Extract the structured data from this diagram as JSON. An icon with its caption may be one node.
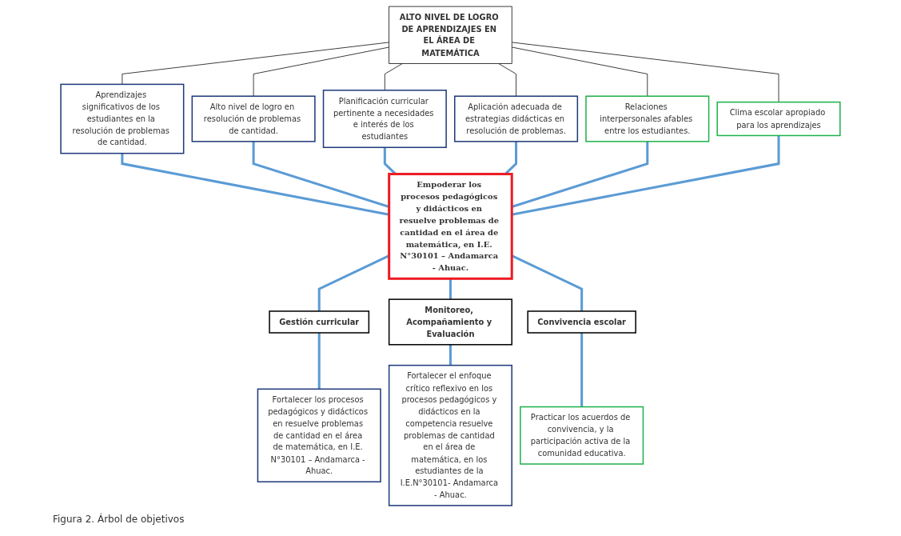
{
  "diagram": {
    "caption": "Figura 2. Árbol de objetivos",
    "nodes": [
      {
        "text": [
          "ALTO NIVEL DE LOGRO DE APRENDIZAJES EN EL ÁREA DE MATEMÁTICA"
        ]
      },
      {
        "text": [
          "Aprendizajes significativos de los estudiantes en la resolución de problemas de cantidad."
        ]
      },
      {
        "text": [
          "Alto nivel de logro en resolución de problemas de cantidad."
        ]
      },
      {
        "text": [
          "Planificación curricular pertinente a necesidades e interés de los estudiantes"
        ]
      },
      {
        "text": [
          "Aplicación adecuada de estrategias didácticas en resolución de problemas."
        ]
      },
      {
        "text": [
          "Relaciones interpersonales afables entre los estudiantes."
        ]
      },
      {
        "text": [
          "Clima escolar apropiado para los aprendizajes"
        ]
      },
      {
        "text": [
          "Empoderar los procesos pedagógicos y didácticos en resuelve problemas de cantidad en el área de matemática, en I.E. N°30101 – Andamarca - Ahuac."
        ]
      },
      {
        "text": [
          "Gestión curricular"
        ]
      },
      {
        "text": [
          "Monitoreo, Acompañamiento y Evaluación"
        ]
      },
      {
        "text": [
          "Convivencia escolar"
        ]
      },
      {
        "text": [
          "Fortalecer los procesos pedagógicos y didácticos en resuelve problemas de cantidad en el área de matemática, en I.E. N°30101 – Andamarca - Ahuac."
        ]
      },
      {
        "text": [
          "Fortalecer el enfoque crítico reflexivo en los procesos pedagógicos y didácticos en la competencia resuelve problemas de cantidad en el área de matemática, en los estudiantes de la I.E.N°30101- Andamarca - Ahuac."
        ]
      },
      {
        "text": [
          "Practicar los acuerdos de convivencia, y la participación activa de la comunidad educativa."
        ]
      }
    ],
    "edges": [
      {
        "from": 0,
        "to": 1,
        "arrow": "none",
        "color": "#000000"
      },
      {
        "from": 0,
        "to": 2,
        "arrow": "none",
        "color": "#000000"
      },
      {
        "from": 0,
        "to": 3,
        "arrow": "none",
        "color": "#000000"
      },
      {
        "from": 0,
        "to": 4,
        "arrow": "none",
        "color": "#000000"
      },
      {
        "from": 0,
        "to": 5,
        "arrow": "none",
        "color": "#000000"
      },
      {
        "from": 0,
        "to": 6,
        "arrow": "none",
        "color": "#000000"
      },
      {
        "from": 1,
        "to": 7,
        "arrow": "none"
      },
      {
        "from": 2,
        "to": 7,
        "arrow": "none"
      },
      {
        "from": 3,
        "to": 7,
        "arrow": "none"
      },
      {
        "from": 4,
        "to": 7,
        "arrow": "none"
      },
      {
        "from": 5,
        "to": 7,
        "arrow": "none"
      },
      {
        "from": 6,
        "to": 7,
        "arrow": "none"
      },
      {
        "from": 7,
        "to": 8,
        "arrow": "none"
      },
      {
        "from": 7,
        "to": 9,
        "arrow": "none"
      },
      {
        "from": 7,
        "to": 10,
        "arrow": "none"
      },
      {
        "from": 8,
        "to": 11,
        "arrow": "none"
      },
      {
        "from": 9,
        "to": 12,
        "arrow": "none"
      },
      {
        "from": 10,
        "to": 13,
        "arrow": "none"
      }
    ]
  }
}
